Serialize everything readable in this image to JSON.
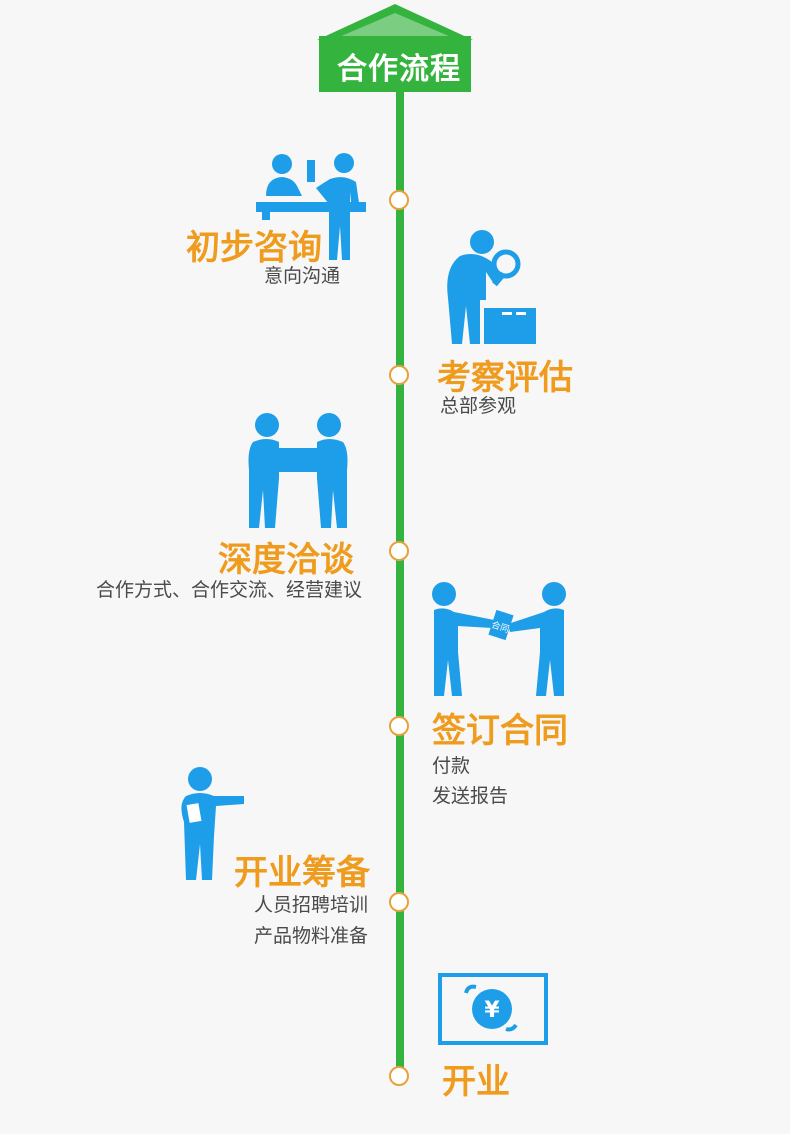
{
  "header": {
    "title": "合作流程"
  },
  "steps": [
    {
      "title": "初步咨询",
      "details": [
        "意向沟通"
      ],
      "icon": "reception-desk-icon"
    },
    {
      "title": "考察评估",
      "details": [
        "总部参观"
      ],
      "icon": "magnifier-inspect-icon"
    },
    {
      "title": "深度洽谈",
      "details": [
        "合作方式、合作交流、经营建议"
      ],
      "icon": "handover-box-icon"
    },
    {
      "title": "签订合同",
      "details": [
        "付款",
        "发送报告"
      ],
      "icon": "contract-exchange-icon"
    },
    {
      "title": "开业筹备",
      "details": [
        "人员招聘培训",
        "产品物料准备"
      ],
      "icon": "pointing-person-icon"
    },
    {
      "title": "开业",
      "details": [],
      "icon": "yuan-coin-icon"
    }
  ],
  "colors": {
    "line": "#34b33e",
    "icon": "#1e9ee8",
    "title": "#ef9b1d",
    "node": "#e8a13a",
    "text": "#4a4a4a"
  }
}
